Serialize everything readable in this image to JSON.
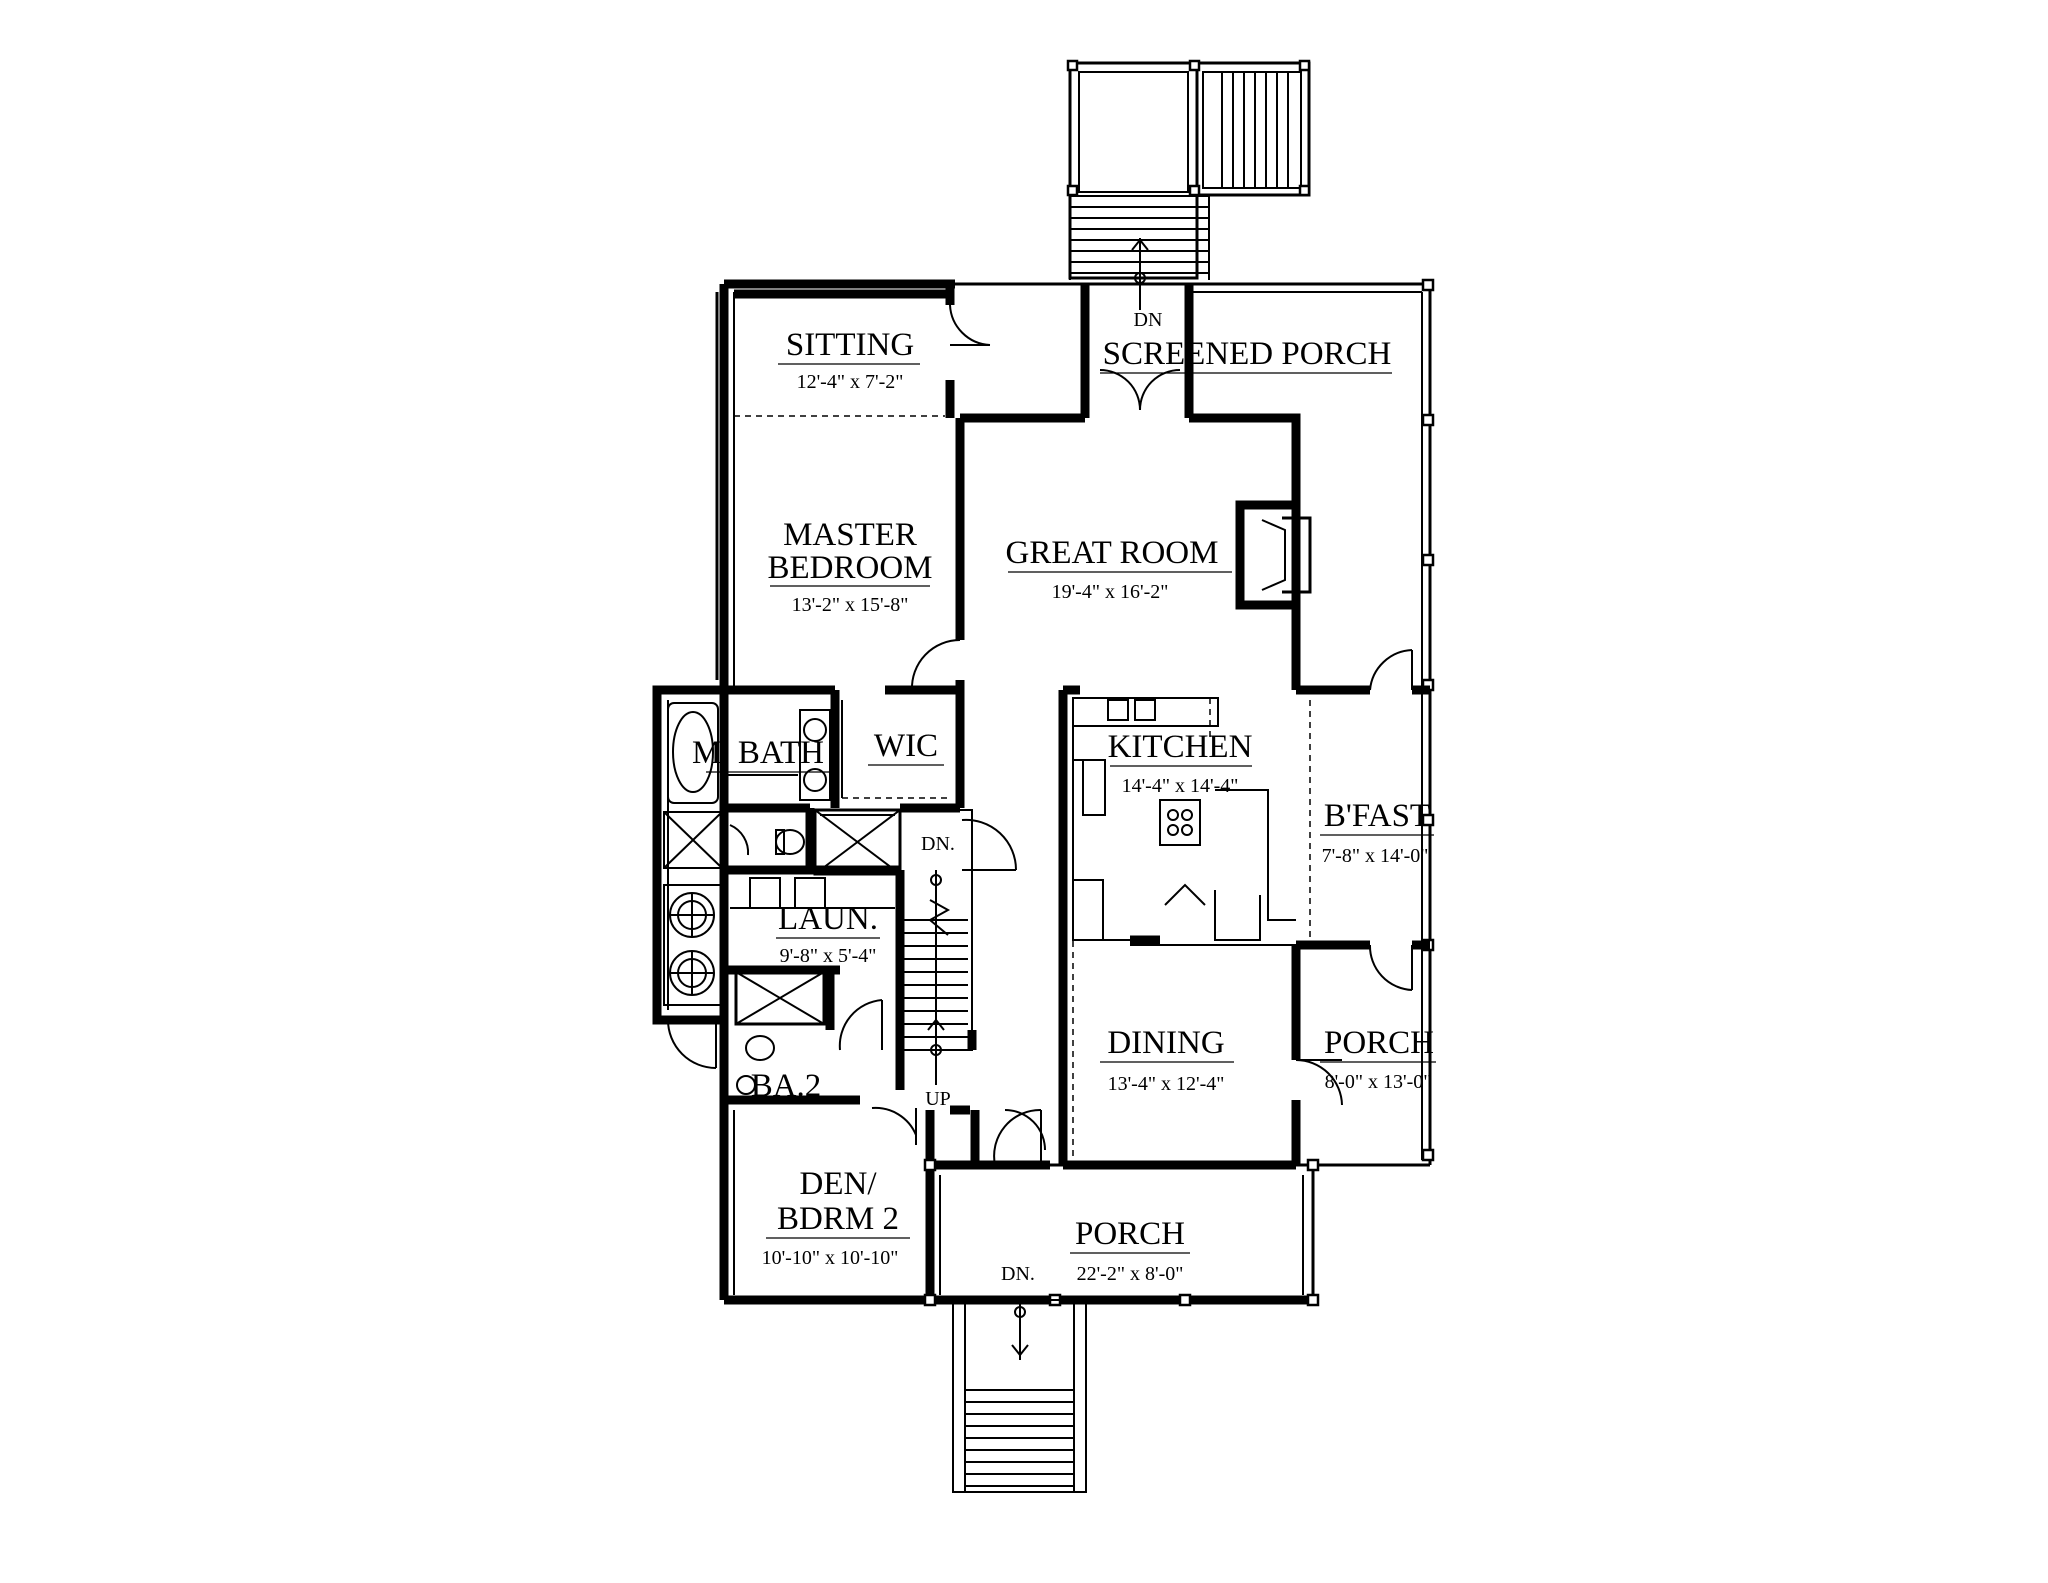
{
  "rooms": {
    "sitting": {
      "name": "SITTING",
      "dims": "12'-4\" x 7'-2\""
    },
    "screened_porch": {
      "name": "SCREENED PORCH"
    },
    "master_bedroom": {
      "name_line1": "MASTER",
      "name_line2": "BEDROOM",
      "dims": "13'-2\" x 15'-8\""
    },
    "great_room": {
      "name": "GREAT ROOM",
      "dims": "19'-4\" x 16'-2\""
    },
    "master_bath": {
      "name": "M. BATH"
    },
    "wic": {
      "name": "WIC"
    },
    "kitchen": {
      "name": "KITCHEN",
      "dims": "14'-4\" x 14'-4\""
    },
    "bfast": {
      "name": "B'FAST",
      "dims": "7'-8\" x 14'-0\""
    },
    "laundry": {
      "name": "LAUN.",
      "dims": "9'-8\" x 5'-4\""
    },
    "dining": {
      "name": "DINING",
      "dims": "13'-4\" x 12'-4\""
    },
    "side_porch": {
      "name": "PORCH",
      "dims": "8'-0\" x 13'-0\""
    },
    "bath2": {
      "name": "BA.2"
    },
    "den": {
      "name_line1": "DEN/",
      "name_line2": "BDRM 2",
      "dims": "10'-10\" x 10'-10\""
    },
    "front_porch": {
      "name": "PORCH",
      "dims": "22'-2\" x 8'-0\""
    }
  },
  "stair_labels": {
    "rear_down": "DN",
    "interior_down": "DN.",
    "interior_up": "UP",
    "front_down": "DN."
  }
}
